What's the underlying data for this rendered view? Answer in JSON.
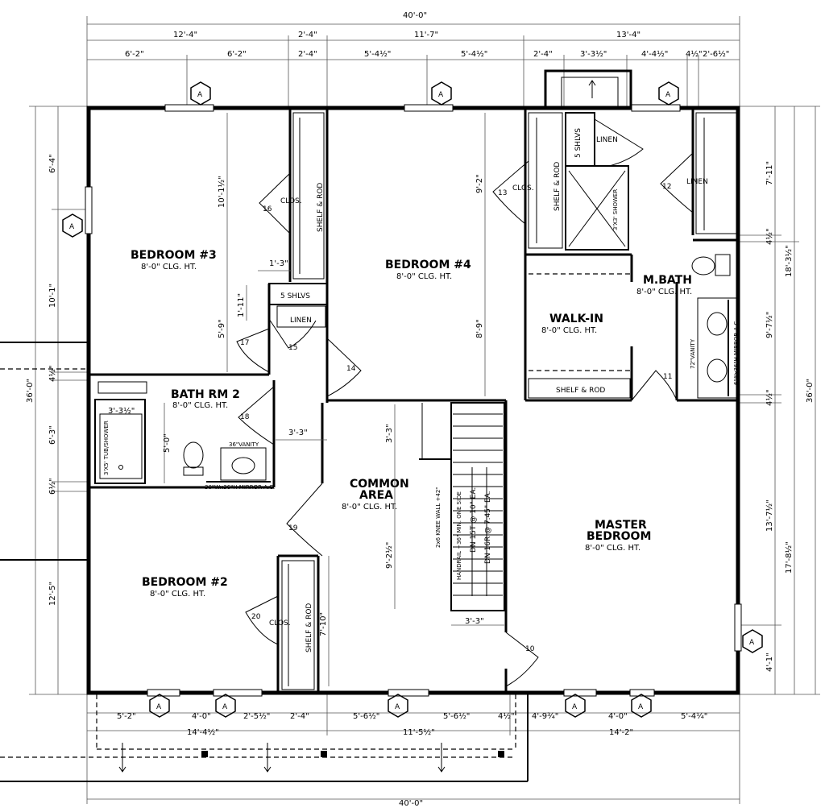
{
  "rooms": {
    "bedroom3": {
      "name": "BEDROOM #3",
      "ceiling": "8'-0\" CLG. HT."
    },
    "bedroom4": {
      "name": "BEDROOM #4",
      "ceiling": "8'-0\" CLG. HT."
    },
    "mbath": {
      "name": "M.BATH",
      "ceiling": "8'-0\" CLG. HT."
    },
    "walkin": {
      "name": "WALK-IN",
      "ceiling": "8'-0\" CLG. HT."
    },
    "bath2": {
      "name": "BATH RM 2",
      "ceiling": "8'-0\" CLG. HT."
    },
    "common": {
      "name_line1": "COMMON",
      "name_line2": "AREA",
      "ceiling": "8'-0\" CLG. HT."
    },
    "master": {
      "name_line1": "MASTER",
      "name_line2": "BEDROOM",
      "ceiling": "8'-0\" CLG. HT."
    },
    "bedroom2": {
      "name": "BEDROOM #2",
      "ceiling": "8'-0\" CLG. HT."
    }
  },
  "labels": {
    "clos": "CLOS.",
    "shelf_rod": "SHELF & ROD",
    "linen": "LINEN",
    "five_shlvs": "5 SHLVS",
    "shower": "3'X3' SHOWER",
    "tub": "3'X5' TUB/SHOWER",
    "vanity36": "36\"VANITY",
    "mirror_bath2": "30\"Wx36\"H MIRROR A.C.",
    "vanity72": "72\"VANITY",
    "mirror_mbath": "6'Wx36\"H MIRROR A.C.",
    "stair_dn1": "DN 15T @ 10\" EA.",
    "stair_dn2": "DN 16R @ 7.45\" EA.",
    "knee_wall": "2x6 KNEE WALL +42\"",
    "handrail": "HANDRAIL +36\" MIN. ONE SIDE"
  },
  "door_numbers": [
    "10",
    "11",
    "12",
    "13",
    "14",
    "15",
    "16",
    "17",
    "18",
    "19",
    "20"
  ],
  "section_marker": "A",
  "dims_top": {
    "overall": "40'-0\"",
    "row1": [
      "12'-4\"",
      "2'-4\"",
      "11'-7\"",
      "13'-4\""
    ],
    "row2": [
      "6'-2\"",
      "6'-2\"",
      "2'-4\"",
      "5'-4½\"",
      "5'-4½\"",
      "2'-4\"",
      "3'-3½\"",
      "4'-4½\"",
      "4½\"",
      "2'-6½\""
    ]
  },
  "dims_bottom": {
    "row1": [
      "5'-2\"",
      "4'-0\"",
      "2'-5½\"",
      "2'-4\"",
      "5'-6½\"",
      "5'-6½\"",
      "4½\"",
      "4'-9¾\"",
      "4'-0\"",
      "5'-4¼\""
    ],
    "row2": [
      "14'-4½\"",
      "11'-5½\"",
      "14'-2\""
    ],
    "overall": "40'-0\""
  },
  "dims_left": {
    "overall": "36'-0\"",
    "segments": [
      "6'-4\"",
      "10'-1\"",
      "4½\"",
      "6'-3\"",
      "6½\"",
      "12'-5\""
    ]
  },
  "dims_right": {
    "overall": "36'-0\"",
    "segments": [
      "7'-11\"",
      "4½\"",
      "9'-7½\"",
      "4½\"",
      "13'-7½\"",
      "4'-1\""
    ],
    "mid1": "18'-3½\"",
    "mid2": "17'-8½\""
  },
  "dims_interior": {
    "bed3_h": "10'-1½\"",
    "bed3_closet": "1'-3\"",
    "bed3_lower": "5'-9\"",
    "linen_gap": "1'-11\"",
    "bed4_upper": "9'-2\"",
    "bed4_lower": "8'-9\"",
    "tub_w": "3'-3½\"",
    "tub_h": "5'-0\"",
    "hall_w": "3'-3\"",
    "stair_top": "3'-3\"",
    "stair_bottom": "3'-3\"",
    "stair_h": "9'-2½\"",
    "closet_h": "7'-10\""
  }
}
